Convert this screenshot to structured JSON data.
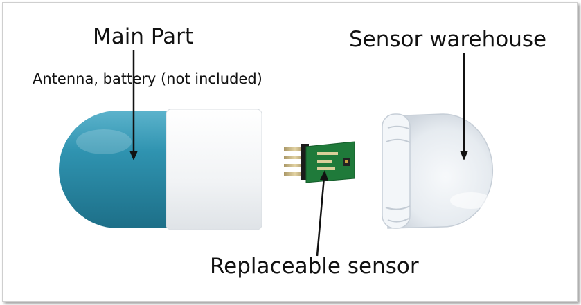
{
  "labels": {
    "main_part": "Main Part",
    "main_part_note": "Antenna, battery (not included)",
    "sensor_warehouse": "Sensor warehouse",
    "replaceable_sensor": "Replaceable sensor"
  },
  "colors": {
    "capsule_blue": "#2f93b0",
    "capsule_white": "#f3f5f7",
    "pcb_green": "#1f7a3a",
    "pins_gold": "#c9b27a",
    "dome_clear": "#eef2f6"
  }
}
